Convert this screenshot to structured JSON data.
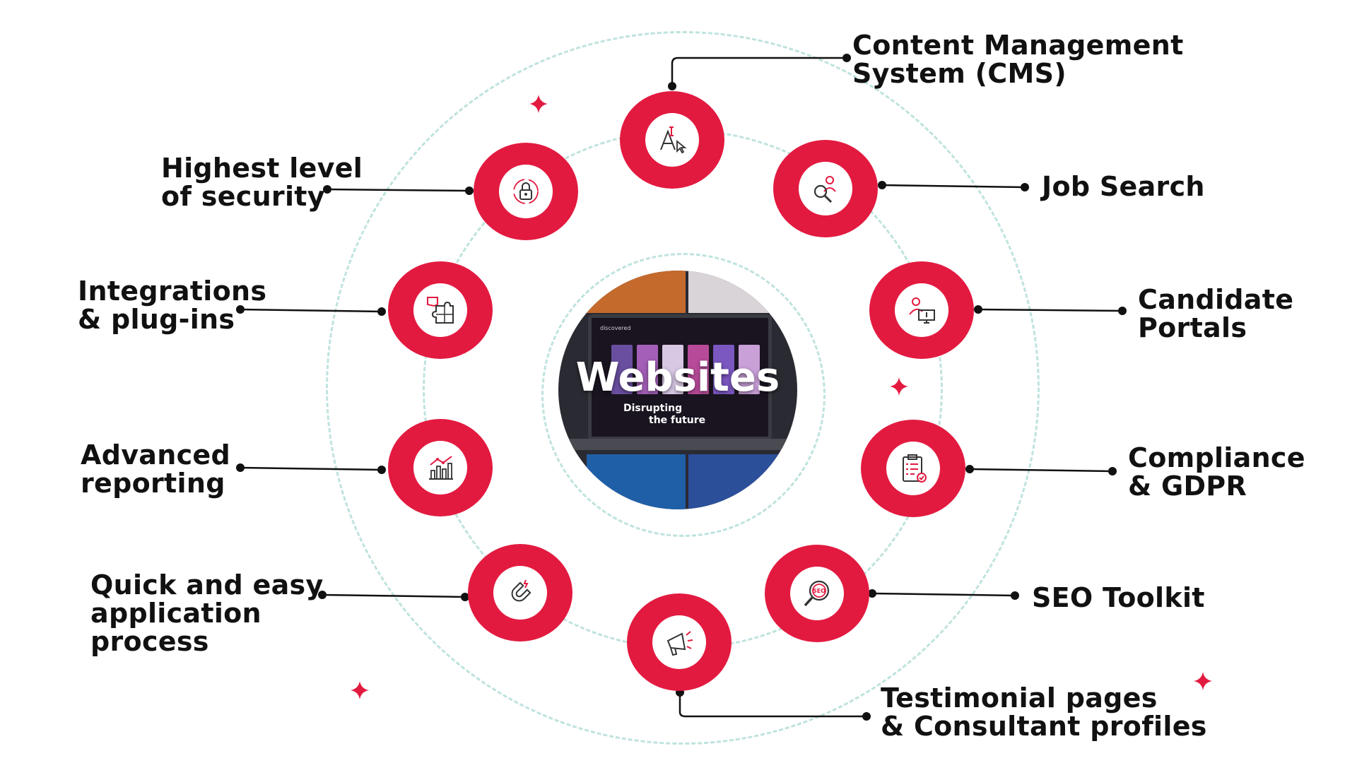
{
  "center": {
    "title": "Websites",
    "subtitle_line1": "Disrupting",
    "subtitle_line2": "the future",
    "brand": "discovered"
  },
  "features": [
    {
      "id": "cms",
      "label": "Content Management\nSystem (CMS)",
      "icon": "text-cursor-icon"
    },
    {
      "id": "job-search",
      "label": "Job Search",
      "icon": "person-search-icon"
    },
    {
      "id": "candidate-portals",
      "label": "Candidate\nPortals",
      "icon": "person-monitor-icon"
    },
    {
      "id": "compliance",
      "label": "Compliance\n& GDPR",
      "icon": "clipboard-check-icon"
    },
    {
      "id": "seo",
      "label": "SEO Toolkit",
      "icon": "seo-magnifier-icon"
    },
    {
      "id": "testimonials",
      "label": "Testimonial pages\n& Consultant profiles",
      "icon": "megaphone-icon"
    },
    {
      "id": "application",
      "label": "Quick and easy\napplication\nprocess",
      "icon": "magnet-icon"
    },
    {
      "id": "reporting",
      "label": "Advanced\nreporting",
      "icon": "bar-chart-icon"
    },
    {
      "id": "integrations",
      "label": "Integrations\n& plug-ins",
      "icon": "puzzle-icon"
    },
    {
      "id": "security",
      "label": "Highest level\nof security",
      "icon": "padlock-icon"
    }
  ],
  "colors": {
    "accent": "#e31a40",
    "ring": "#bfe3de",
    "text": "#111111"
  }
}
